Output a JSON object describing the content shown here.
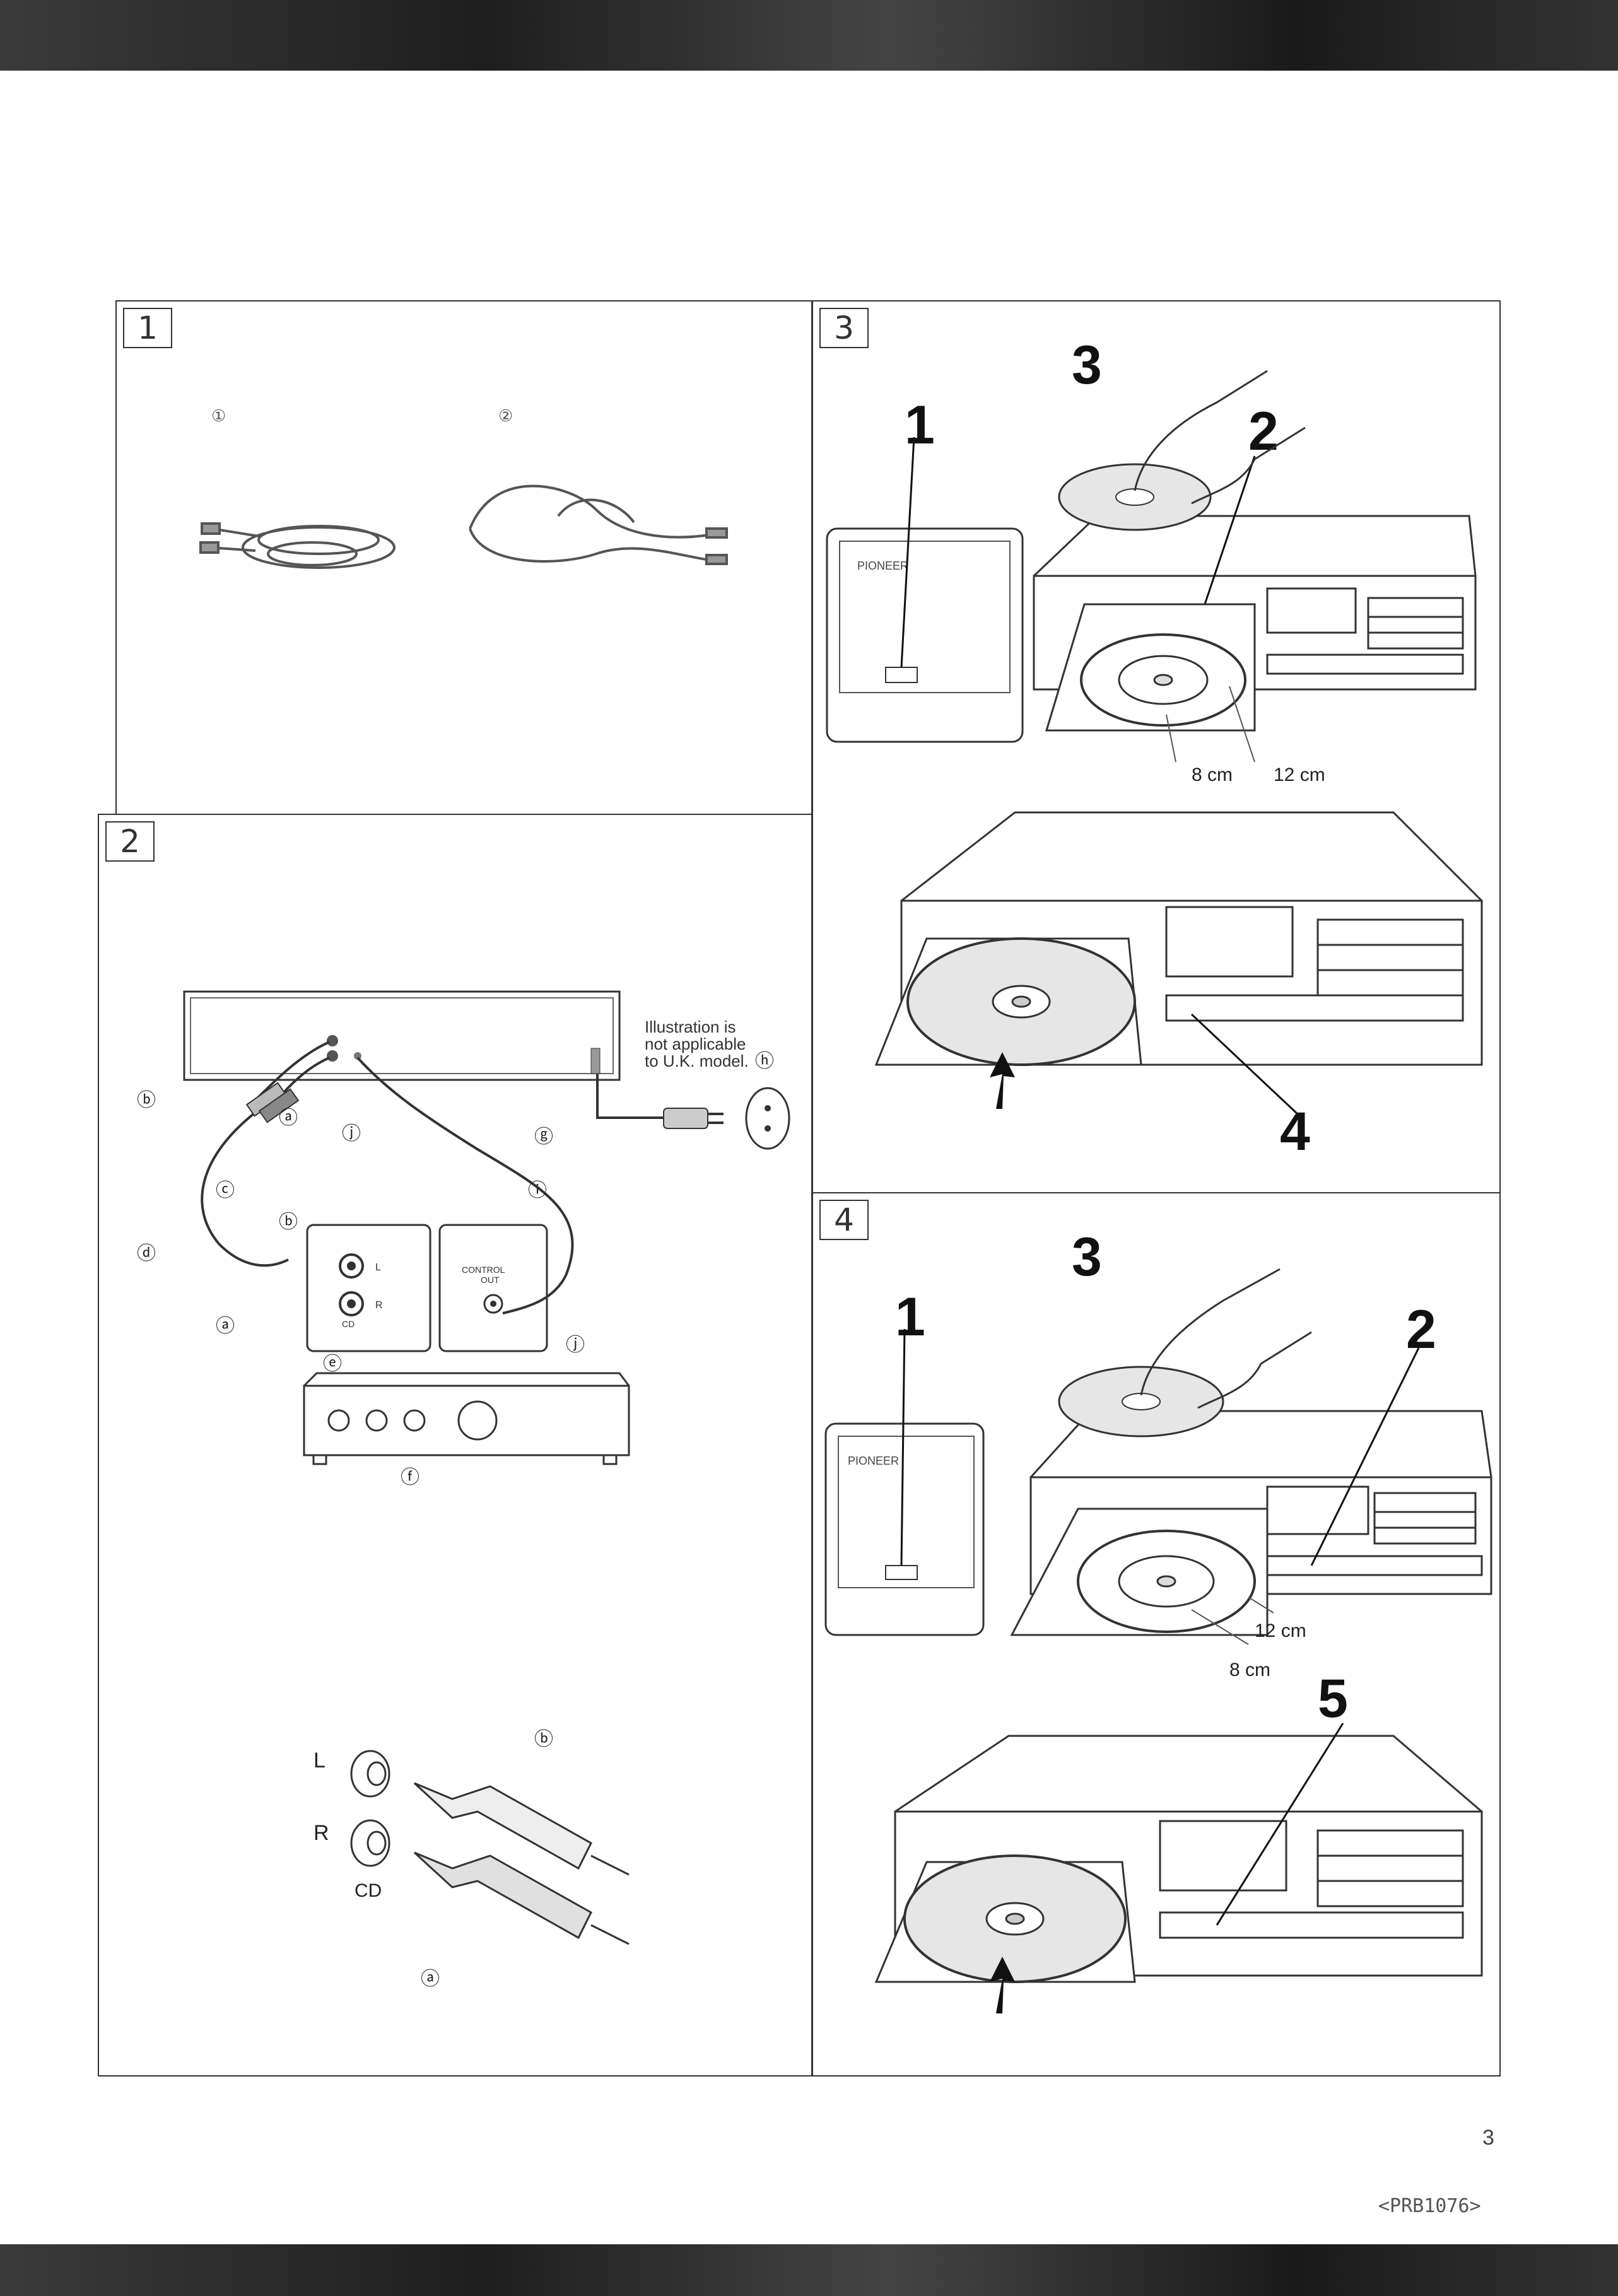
{
  "panels": {
    "p1": {
      "number": "1",
      "item1": "①",
      "item2": "②"
    },
    "p2": {
      "number": "2",
      "note_line1": "Illustration is",
      "note_line2": "not applicable",
      "note_line3": "to U.K. model.",
      "labels": {
        "a": "ⓐ",
        "b": "ⓑ",
        "c": "ⓒ",
        "d": "ⓓ",
        "e": "ⓔ",
        "f": "ⓕ",
        "g": "ⓖ",
        "h": "ⓗ",
        "i": "ⓘ",
        "j": "ⓙ"
      },
      "jack_l": "L",
      "jack_r": "R",
      "jack_cd": "CD",
      "control_line1": "CONTROL",
      "control_line2": "OUT",
      "plug_l": "L",
      "plug_r": "R",
      "plug_cd": "CD"
    },
    "p3": {
      "number": "3",
      "step1": "1",
      "step2": "2",
      "step3": "3",
      "step4": "4",
      "size_small": "8 cm",
      "size_large": "12 cm",
      "brand": "PIONEER"
    },
    "p4": {
      "number": "4",
      "step1": "1",
      "step2": "2",
      "step3": "3",
      "step5": "5",
      "size_small": "8 cm",
      "size_large": "12 cm",
      "brand": "PIONEER"
    }
  },
  "footer": {
    "page_number": "3",
    "doc_code": "<PRB1076>"
  }
}
